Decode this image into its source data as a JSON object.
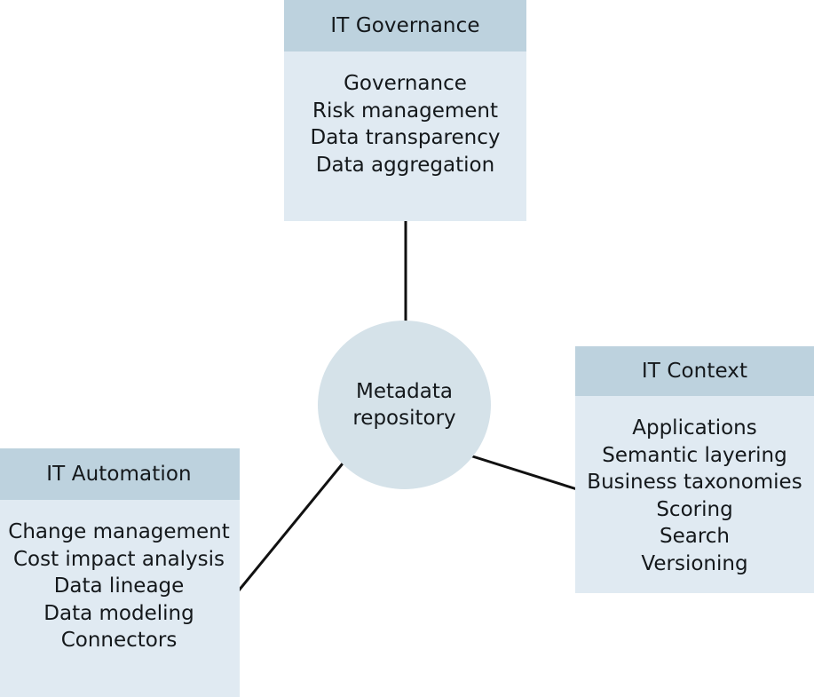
{
  "diagram": {
    "title": "Metadata repository hub-and-spoke diagram",
    "colors": {
      "header_fill": "#bdd2de",
      "body_fill": "#e0eaf2",
      "hub_fill": "#d5e2e9",
      "connector_stroke": "#000000",
      "text": "#14181b",
      "background": "#ffffff"
    }
  },
  "hub": {
    "name": "metadata-repository",
    "line1": "Metadata",
    "line2": "repository"
  },
  "panels": {
    "governance": {
      "header": "IT Governance",
      "items": [
        "Governance",
        "Risk management",
        "Data transparency",
        "Data aggregation"
      ]
    },
    "context": {
      "header": "IT Context",
      "items": [
        "Applications",
        "Semantic layering",
        "Business taxonomies",
        "Scoring",
        "Search",
        "Versioning"
      ]
    },
    "automation": {
      "header": "IT Automation",
      "items": [
        "Change management",
        "Cost impact analysis",
        "Data lineage",
        "Data modeling",
        "Connectors"
      ]
    }
  },
  "connectors": [
    {
      "name": "connector-hub-to-governance",
      "from": "metadata-repository",
      "to": "governance"
    },
    {
      "name": "connector-hub-to-context",
      "from": "metadata-repository",
      "to": "context"
    },
    {
      "name": "connector-hub-to-automation",
      "from": "metadata-repository",
      "to": "automation"
    }
  ]
}
